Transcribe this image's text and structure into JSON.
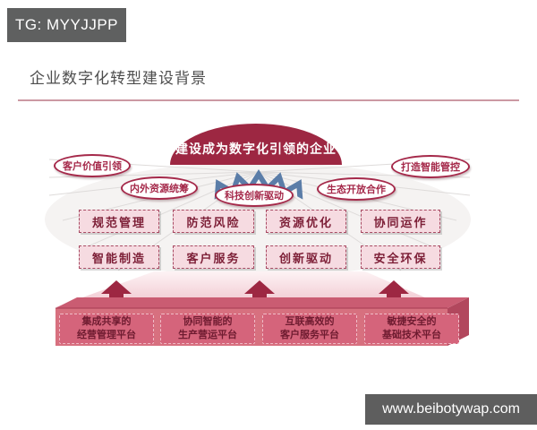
{
  "header": {
    "tg_label": "TG: MYYJJPP"
  },
  "footer": {
    "url_label": "www.beibotywap.com"
  },
  "slide": {
    "title": "企业数字化转型建设背景"
  },
  "diagram": {
    "vision": "建设成为数字化引领的企业",
    "drivers": [
      "客户价值引领",
      "内外资源统筹",
      "科技创新驱动",
      "生态开放合作",
      "打造智能管控"
    ],
    "capabilities": {
      "row1": [
        "规范管理",
        "防范风险",
        "资源优化",
        "协同运作"
      ],
      "row2": [
        "智能制造",
        "客户服务",
        "创新驱动",
        "安全环保"
      ]
    },
    "platforms": [
      {
        "line1": "集成共享的",
        "line2": "经营管理平台"
      },
      {
        "line1": "协同智能的",
        "line2": "生产营运平台"
      },
      {
        "line1": "互联高效的",
        "line2": "客户服务平台"
      },
      {
        "line1": "敏捷安全的",
        "line2": "基础技术平台"
      }
    ],
    "colors": {
      "maroon": "#9d2742",
      "label_red": "#a5294a",
      "capability_fill": "#f6dbe1",
      "capability_border": "#a84a63",
      "capability_text": "#7d1f37",
      "platform_front": "#d7707f",
      "platform_top": "#ca5c72",
      "platform_side": "#b2475d",
      "platform_box_fill": "#d5647b",
      "platform_box_text": "#6e1b30",
      "arrow_blue": "#5b7da8",
      "banner_gray": "#5f6060",
      "divider_pink": "#cc99a3"
    }
  }
}
